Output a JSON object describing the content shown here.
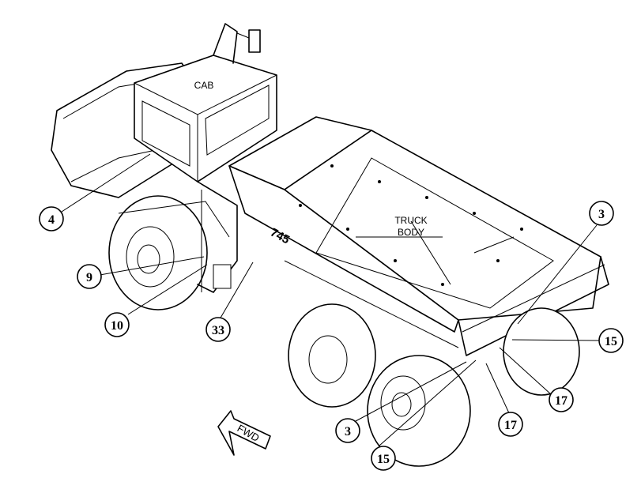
{
  "labels": {
    "cab": "CAB",
    "truck_body_line1": "TRUCK",
    "truck_body_line2": "BODY",
    "model": "745",
    "fwd": "FWD"
  },
  "callouts": [
    "4",
    "9",
    "10",
    "33",
    "3",
    "15",
    "17",
    "17",
    "15",
    "3"
  ]
}
